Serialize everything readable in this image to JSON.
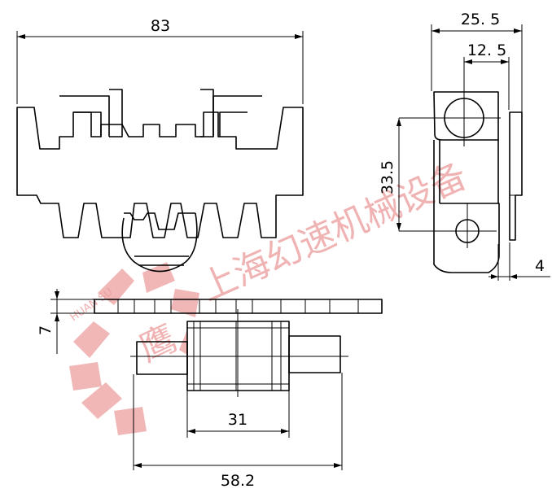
{
  "dimensions": {
    "width_top": "83",
    "side_width": "25. 5",
    "side_hole_offset": "12. 5",
    "side_pitch": "33.5",
    "side_thickness": "4",
    "bottom_height": "7",
    "bottom_body": "31",
    "bottom_total": "58.2"
  },
  "watermark": {
    "text": "上海幻速机械设备",
    "latin": "HUAN SU",
    "color": "#ec9a9a"
  }
}
